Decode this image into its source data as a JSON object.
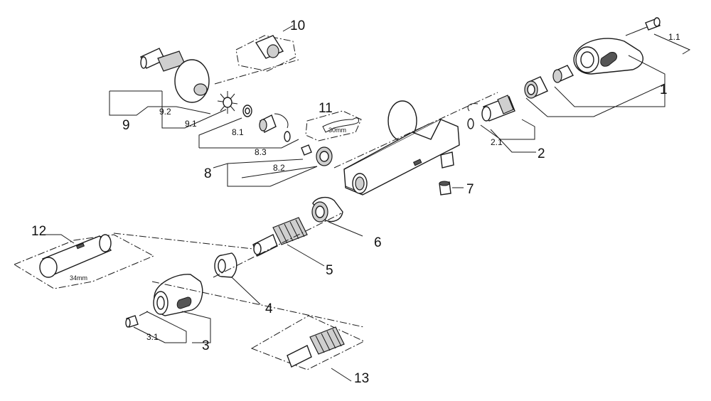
{
  "callouts": {
    "c1": "1",
    "c1_1": "1.1",
    "c2": "2",
    "c2_1": "2.1",
    "c3": "3",
    "c3_1": "3.1",
    "c4": "4",
    "c5": "5",
    "c6": "6",
    "c7": "7",
    "c8": "8",
    "c8_1": "8.1",
    "c8_2": "8.2",
    "c8_3": "8.3",
    "c9": "9",
    "c9_1": "9.1",
    "c9_2": "9.2",
    "c10": "10",
    "c11": "11",
    "c12": "12",
    "c13": "13"
  },
  "tool_labels": {
    "wrench_size": "30mm",
    "socket_size": "34mm"
  }
}
